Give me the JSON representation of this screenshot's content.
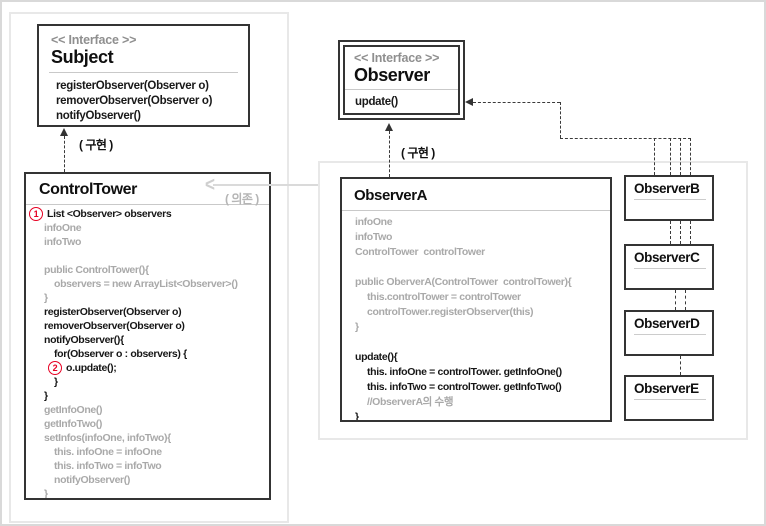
{
  "colors": {
    "accent_red": "#e60023",
    "gray_text": "#a9a9a9",
    "black_text": "#161616",
    "dark_border": "#343434",
    "light_border": "#e8e8e8",
    "dependency_gray": "#cfcfcf"
  },
  "subject_box": {
    "stereotype": "<< Interface >>",
    "title": "Subject",
    "methods": [
      "registerObserver(Observer o)",
      "removerObserver(Observer o)",
      "notifyObserver()"
    ]
  },
  "observer_box": {
    "stereotype": "<< Interface >>",
    "title": "Observer",
    "methods": [
      "update()"
    ]
  },
  "labels": {
    "implements_subject": "( 구현 )",
    "implements_observer": "( 구현 )",
    "depends": "( 의존 )"
  },
  "control_tower": {
    "title": "ControlTower",
    "lines": [
      {
        "n": "1",
        "t": "List <Observer> observers",
        "c": "b",
        "i": 0
      },
      {
        "t": "infoOne",
        "c": "g",
        "i": 0
      },
      {
        "t": "infoTwo",
        "c": "g",
        "i": 0
      },
      {
        "t": "",
        "c": "g",
        "i": 0
      },
      {
        "t": "public ControlTower(){",
        "c": "g",
        "i": 0
      },
      {
        "t": "observers = new ArrayList<Observer>()",
        "c": "g",
        "i": 1
      },
      {
        "t": "}",
        "c": "g",
        "i": 0
      },
      {
        "t": "registerObserver(Observer o)",
        "c": "b",
        "i": 0
      },
      {
        "t": "removerObserver(Observer o)",
        "c": "b",
        "i": 0
      },
      {
        "t": "notifyObserver(){",
        "c": "b",
        "i": 0
      },
      {
        "t": "for(Observer o : observers) {",
        "c": "b",
        "i": 1
      },
      {
        "n": "2",
        "t": "o.update();",
        "c": "b",
        "i": 1
      },
      {
        "t": "}",
        "c": "b",
        "i": 1
      },
      {
        "t": "}",
        "c": "b",
        "i": 0
      },
      {
        "t": "getInfoOne()",
        "c": "g",
        "i": 0
      },
      {
        "t": "getInfoTwo()",
        "c": "g",
        "i": 0
      },
      {
        "t": "setInfos(infoOne, infoTwo){",
        "c": "g",
        "i": 0
      },
      {
        "t": "this. infoOne = infoOne",
        "c": "g",
        "i": 1
      },
      {
        "t": "this. infoTwo = infoTwo",
        "c": "g",
        "i": 1
      },
      {
        "t": "notifyObserver()",
        "c": "g",
        "i": 1
      },
      {
        "t": "}",
        "c": "g",
        "i": 0
      }
    ]
  },
  "observer_a": {
    "title": "ObserverA",
    "lines": [
      {
        "t": "infoOne",
        "c": "g",
        "i": 0
      },
      {
        "t": "infoTwo",
        "c": "g",
        "i": 0
      },
      {
        "t": "ControlTower  controlTower",
        "c": "g",
        "i": 0
      },
      {
        "t": "",
        "c": "g",
        "i": 0
      },
      {
        "t": "public OberverA(ControlTower  controlTower){",
        "c": "g",
        "i": 0
      },
      {
        "t": "this.controlTower = controlTower",
        "c": "g",
        "i": 1
      },
      {
        "t": "controlTower.registerObserver(this)",
        "c": "g",
        "i": 1
      },
      {
        "t": "}",
        "c": "g",
        "i": 0
      },
      {
        "t": "",
        "c": "g",
        "i": 0
      },
      {
        "t": "update(){",
        "c": "b",
        "i": 0
      },
      {
        "t": "this. infoOne = controlTower. getInfoOne()",
        "c": "b",
        "i": 1
      },
      {
        "t": "this. infoTwo = controlTower. getInfoTwo()",
        "c": "b",
        "i": 1
      },
      {
        "t": "//ObserverA의 수행",
        "c": "g",
        "i": 1
      },
      {
        "t": "}",
        "c": "b",
        "i": 0
      }
    ]
  },
  "observer_stack": [
    {
      "title": "ObserverB"
    },
    {
      "title": "ObserverC"
    },
    {
      "title": "ObserverD"
    },
    {
      "title": "ObserverE"
    }
  ]
}
